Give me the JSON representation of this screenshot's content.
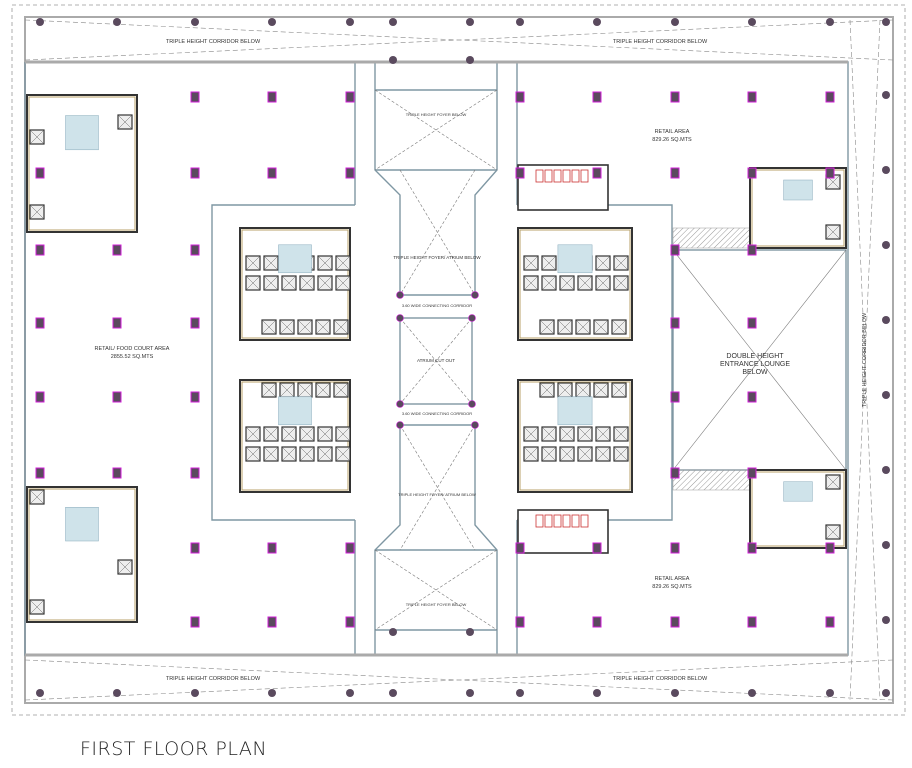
{
  "title": "FIRST FLOOR PLAN",
  "labels": {
    "corridor_top_left": "TRIPLE HEIGHT CORRIDOR  BELOW",
    "corridor_top_right": "TRIPLE HEIGHT CORRIDOR  BELOW",
    "corridor_bottom_left": "TRIPLE HEIGHT CORRIDOR  BELOW",
    "corridor_bottom_right": "TRIPLE HEIGHT CORRIDOR  BELOW",
    "corridor_right": "TRIPLE HEIGHT CORRIDOR  BELOW",
    "retail_food_court": "RETAIL/ FOOD COURT AREA",
    "retail_food_court_area": "2855.52 SQ.MTS",
    "retail_top_right": "RETAIL AREA",
    "retail_top_right_area": "829.26 SQ.MTS",
    "retail_bottom_right": "RETAIL AREA",
    "retail_bottom_right_area": "829.26 SQ.MTS",
    "foyer_top": "TRIPLE HEIGHT FOYER BELOW",
    "atrium_top": "TRIPLE HEIGHT FOYER/ ATRIUM BELOW",
    "connecting_corridor_top": "3.60 WIDE CONNECTING CORRIDOR",
    "atrium_cutout": "ATRIUM CUT OUT",
    "connecting_corridor_bottom": "3.60 WIDE CONNECTING CORRIDOR",
    "atrium_bottom": "TRIPLE HEIGHT FOYER/ ATRIUM BELOW",
    "foyer_bottom": "TRIPLE HEIGHT FOYER BELOW",
    "lounge_line1": "DOUBLE HEIGHT",
    "lounge_line2": "ENTRANCE LOUNGE",
    "lounge_line3": "BELOW"
  },
  "colors": {
    "wall": "#7f97a3",
    "column_fill": "#5a4a5e",
    "column_outline": "#d21ed8",
    "core_wall": "#333333",
    "core_trim": "#b8a26a"
  }
}
